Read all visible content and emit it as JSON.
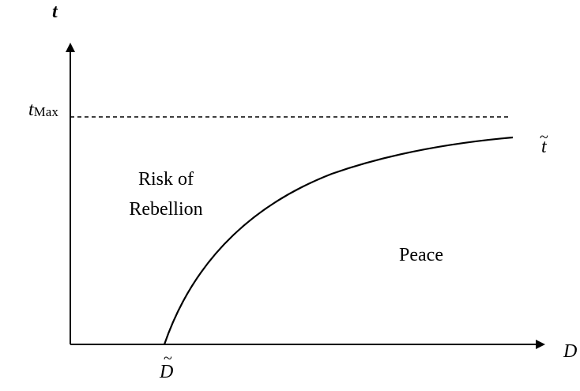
{
  "axes": {
    "y_label": "t",
    "x_label": "D"
  },
  "ymax_marker": {
    "symbol": "t",
    "subscript": "Max"
  },
  "curve_label": {
    "symbol": "t",
    "accent": "~"
  },
  "x_threshold_label": {
    "symbol": "D",
    "accent": "~"
  },
  "regions": {
    "upper_line1": "Risk of",
    "upper_line2": "Rebellion",
    "lower": "Peace"
  },
  "colors": {
    "ink": "#000000",
    "background": "#ffffff"
  }
}
